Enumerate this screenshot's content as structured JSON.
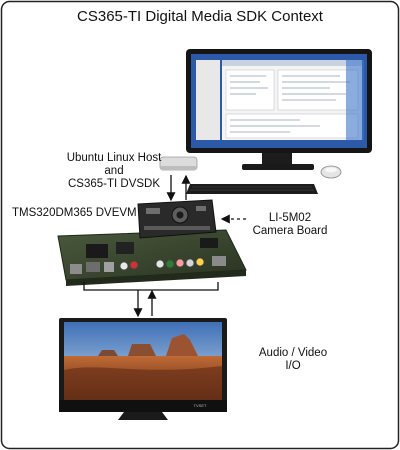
{
  "title": "CS365-TI Digital Media SDK Context",
  "labels": {
    "host_line1": "Ubuntu Linux Host",
    "host_line2": "and",
    "host_line3": "CS365-TI DVSDK",
    "evm": "TMS320DM365 DVEVM",
    "camera_line1": "LI-5M02",
    "camera_line2": "Camera Board",
    "av_line1": "Audio / Video",
    "av_line2": "I/O",
    "tv_brand": "TVSET"
  },
  "icons": [
    "monitor-icon",
    "mac-mini-icon",
    "keyboard-icon",
    "mouse-icon",
    "dvevm-board-icon",
    "camera-board-icon",
    "television-icon"
  ],
  "colors": {
    "frame": "#222222",
    "text": "#111111",
    "screen_blue": "#3a6fc7",
    "board_green": "#3b4a2f",
    "sky": "#5c88c4",
    "desert": "#b0582c"
  }
}
